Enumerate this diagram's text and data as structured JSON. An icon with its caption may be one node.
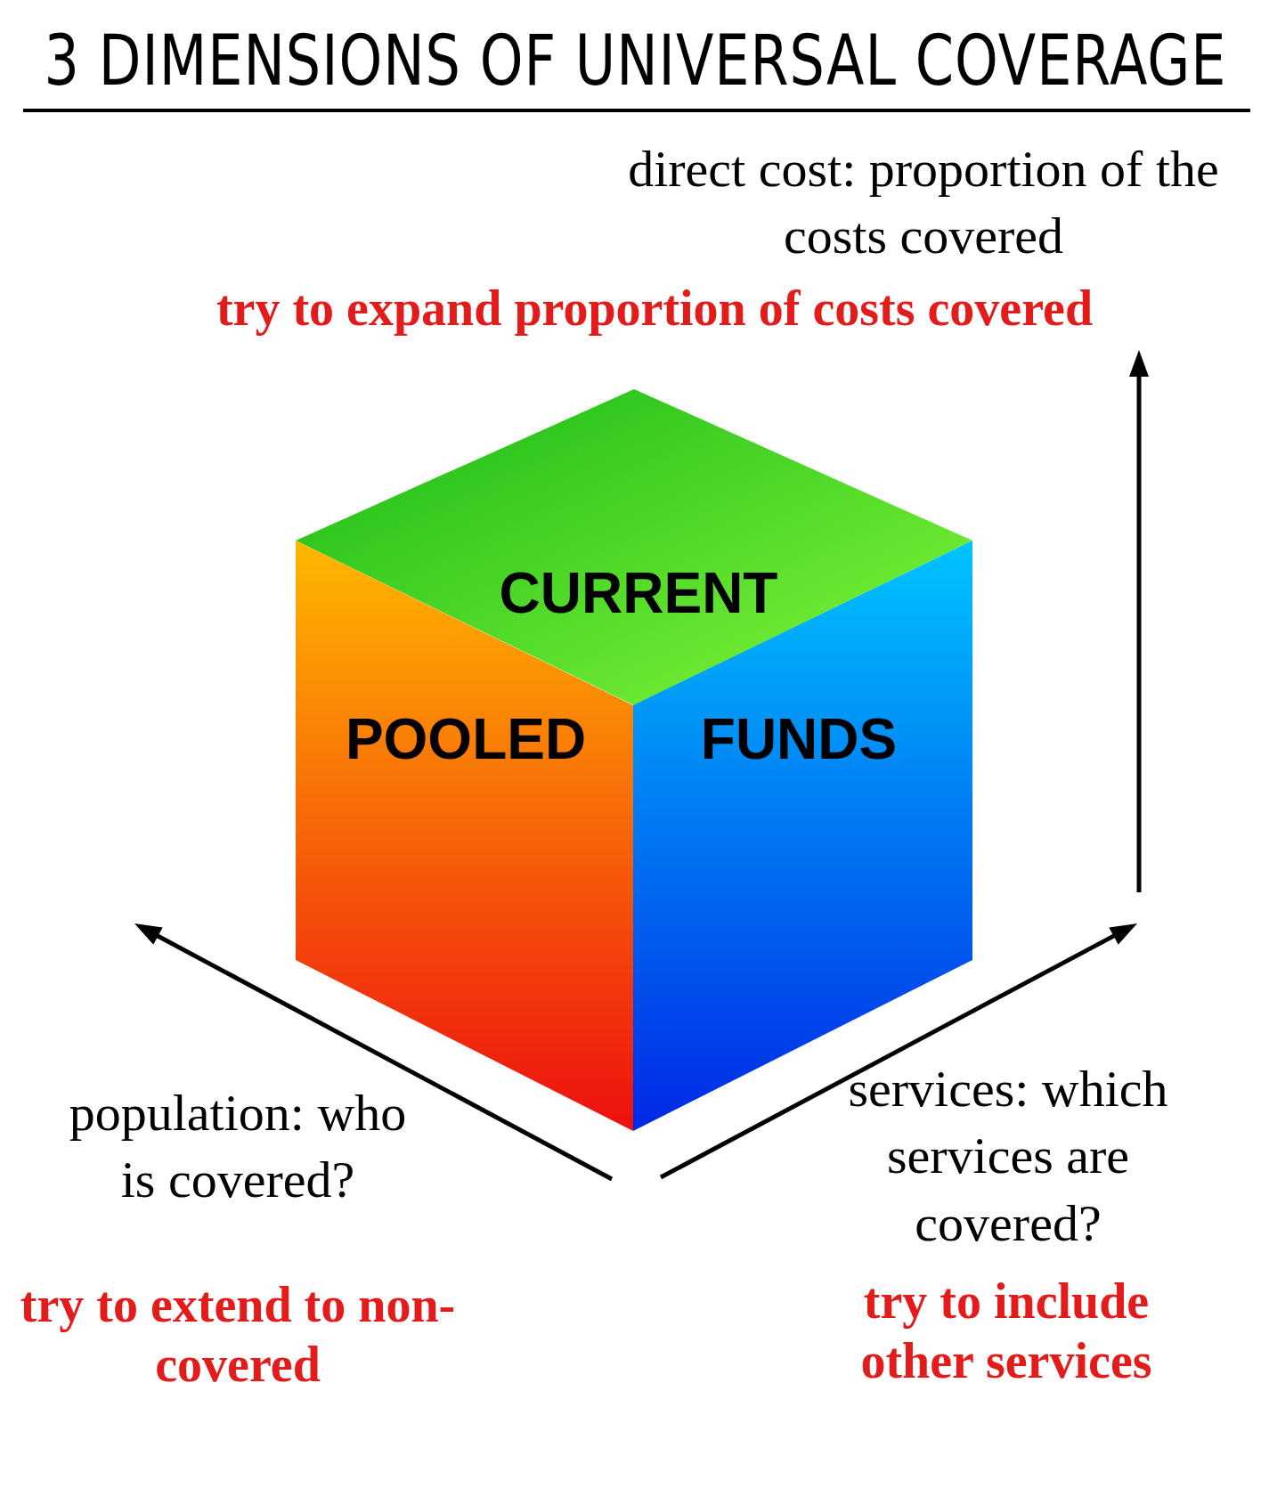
{
  "diagram": {
    "title": "3 DIMENSIONS OF UNIVERSAL COVERAGE",
    "nodes": [
      {
        "text": [
          "CURRENT"
        ]
      },
      {
        "text": [
          "POOLED"
        ]
      },
      {
        "text": [
          "FUNDS"
        ]
      }
    ],
    "labels": [
      "direct cost: proportion of the costs covered",
      "try to expand proportion of costs covered",
      "population: who is covered?",
      "try to extend to non-covered",
      "services: which services are covered?",
      "try to include other services"
    ]
  }
}
